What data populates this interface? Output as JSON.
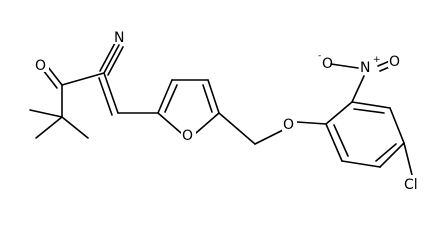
{
  "molecule": {
    "atoms": {
      "n_nitrile": "N",
      "o_ketone": "O",
      "o_furan": "O",
      "o_ether": "O",
      "o_nitro_left": "O",
      "o_nitro_left_charge": "-",
      "n_nitro": "N",
      "n_nitro_charge": "+",
      "o_nitro_right": "O",
      "cl": "Cl"
    },
    "colors": {
      "bond": "#000000",
      "text": "#000000",
      "background": "#ffffff"
    }
  }
}
